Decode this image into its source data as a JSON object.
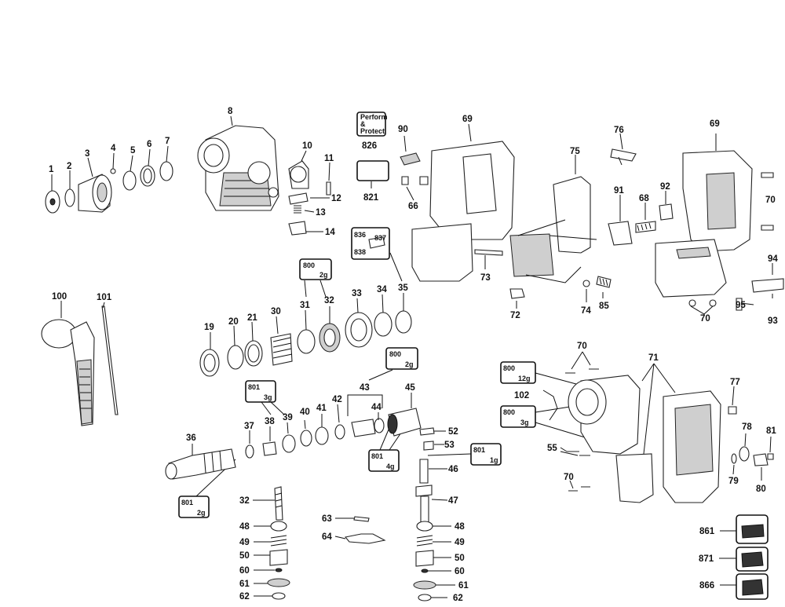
{
  "labels": {
    "p1": "1",
    "p2": "2",
    "p3": "3",
    "p4": "4",
    "p5": "5",
    "p6": "6",
    "p7": "7",
    "p8": "8",
    "p10": "10",
    "p11": "11",
    "p12": "12",
    "p13": "13",
    "p14": "14",
    "p19": "19",
    "p20": "20",
    "p21": "21",
    "p30": "30",
    "p31": "31",
    "p32a": "32",
    "p33": "33",
    "p34": "34",
    "p35": "35",
    "p36": "36",
    "p37": "37",
    "p38": "38",
    "p39": "39",
    "p40": "40",
    "p41": "41",
    "p42": "42",
    "p43": "43",
    "p44": "44",
    "p45": "45",
    "p46": "46",
    "p47": "47",
    "p48a": "48",
    "p48b": "48",
    "p49a": "49",
    "p49b": "49",
    "p50a": "50",
    "p50b": "50",
    "p52": "52",
    "p53": "53",
    "p55": "55",
    "p60a": "60",
    "p60b": "60",
    "p61a": "61",
    "p61b": "61",
    "p62a": "62",
    "p62b": "62",
    "p63": "63",
    "p64": "64",
    "p66": "66",
    "p69a": "69",
    "p69b": "69",
    "p70a": "70",
    "p70b": "70",
    "p70c": "70",
    "p70d": "70",
    "p71": "71",
    "p72": "72",
    "p73": "73",
    "p74": "74",
    "p75": "75",
    "p76": "76",
    "p77": "77",
    "p78": "78",
    "p79": "79",
    "p80": "80",
    "p81": "81",
    "p85": "85",
    "p68": "68",
    "p90": "90",
    "p91": "91",
    "p92": "92",
    "p93": "93",
    "p94": "94",
    "p95": "95",
    "p100": "100",
    "p101": "101",
    "p102": "102",
    "p32b": "32",
    "p821": "821",
    "p826": "826",
    "p861": "861",
    "p866": "866",
    "p871": "871",
    "p836": "836",
    "p837": "837",
    "p838": "838"
  },
  "perform_box": {
    "line1": "Perform",
    "line2": "&",
    "line3": "Protect"
  },
  "lube_boxes": {
    "b800a": {
      "code": "800",
      "qty": "2g"
    },
    "b800b": {
      "code": "800",
      "qty": "2g"
    },
    "b800c": {
      "code": "800",
      "qty": "12g"
    },
    "b800d": {
      "code": "800",
      "qty": "3g"
    },
    "b801a": {
      "code": "801",
      "qty": "3g"
    },
    "b801b": {
      "code": "801",
      "qty": "4g"
    },
    "b801c": {
      "code": "801",
      "qty": "1g"
    },
    "b801d": {
      "code": "801",
      "qty": "2g"
    }
  },
  "icons": [
    "grease-tube-icon",
    "kit-case-icon",
    "battery-pack-icon"
  ]
}
